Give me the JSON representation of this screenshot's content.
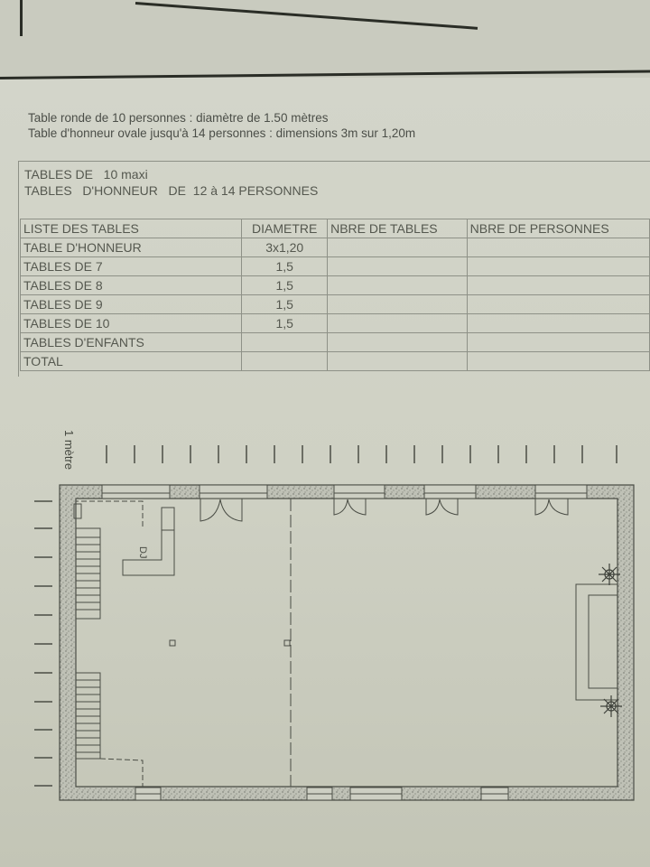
{
  "notes": [
    "Table ronde de 10 personnes : diamètre de 1.50 mètres",
    "Table d'honneur ovale jusqu'à 14 personnes : dimensions 3m sur 1,20m"
  ],
  "header_box": {
    "line1": "TABLES DE   10 maxi",
    "line2": "TABLES   D'HONNEUR   DE  12 à 14 PERSONNES"
  },
  "table": {
    "columns": [
      "LISTE DES TABLES",
      "DIAMETRE",
      "NBRE DE TABLES",
      "NBRE DE PERSONNES"
    ],
    "rows": [
      {
        "label": "TABLE D'HONNEUR",
        "diametre": "3x1,20",
        "nbre_tables": "",
        "nbre_personnes": ""
      },
      {
        "label": "TABLES DE 7",
        "diametre": "1,5",
        "nbre_tables": "",
        "nbre_personnes": ""
      },
      {
        "label": "TABLES DE 8",
        "diametre": "1,5",
        "nbre_tables": "",
        "nbre_personnes": ""
      },
      {
        "label": "TABLES DE 9",
        "diametre": "1,5",
        "nbre_tables": "",
        "nbre_personnes": ""
      },
      {
        "label": "TABLES DE 10",
        "diametre": "1,5",
        "nbre_tables": "",
        "nbre_personnes": ""
      },
      {
        "label": "TABLES D'ENFANTS",
        "diametre": "",
        "nbre_tables": "",
        "nbre_personnes": ""
      },
      {
        "label": "TOTAL",
        "diametre": "",
        "nbre_tables": "",
        "nbre_personnes": ""
      }
    ]
  },
  "floor_plan": {
    "scale_label": "1 mètre",
    "dj_label": "DJ"
  }
}
